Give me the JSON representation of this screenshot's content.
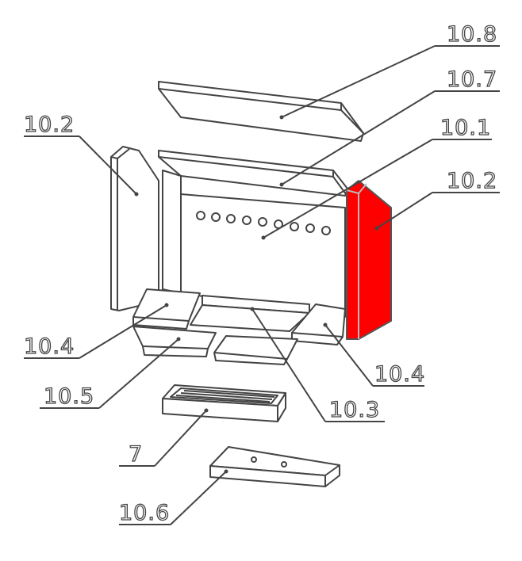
{
  "title": "Exploded view of firebox liner parts",
  "highlight_color": "#ff0000",
  "highlighted_part": "10.2",
  "labels": {
    "p10_8": "10.8",
    "p10_7": "10.7",
    "p10_1": "10.1",
    "p10_2_right": "10.2",
    "p10_2_left": "10.2",
    "p10_4_left": "10.4",
    "p10_4_right": "10.4",
    "p10_5": "10.5",
    "p10_3": "10.3",
    "p7": "7",
    "p10_6": "10.6"
  }
}
